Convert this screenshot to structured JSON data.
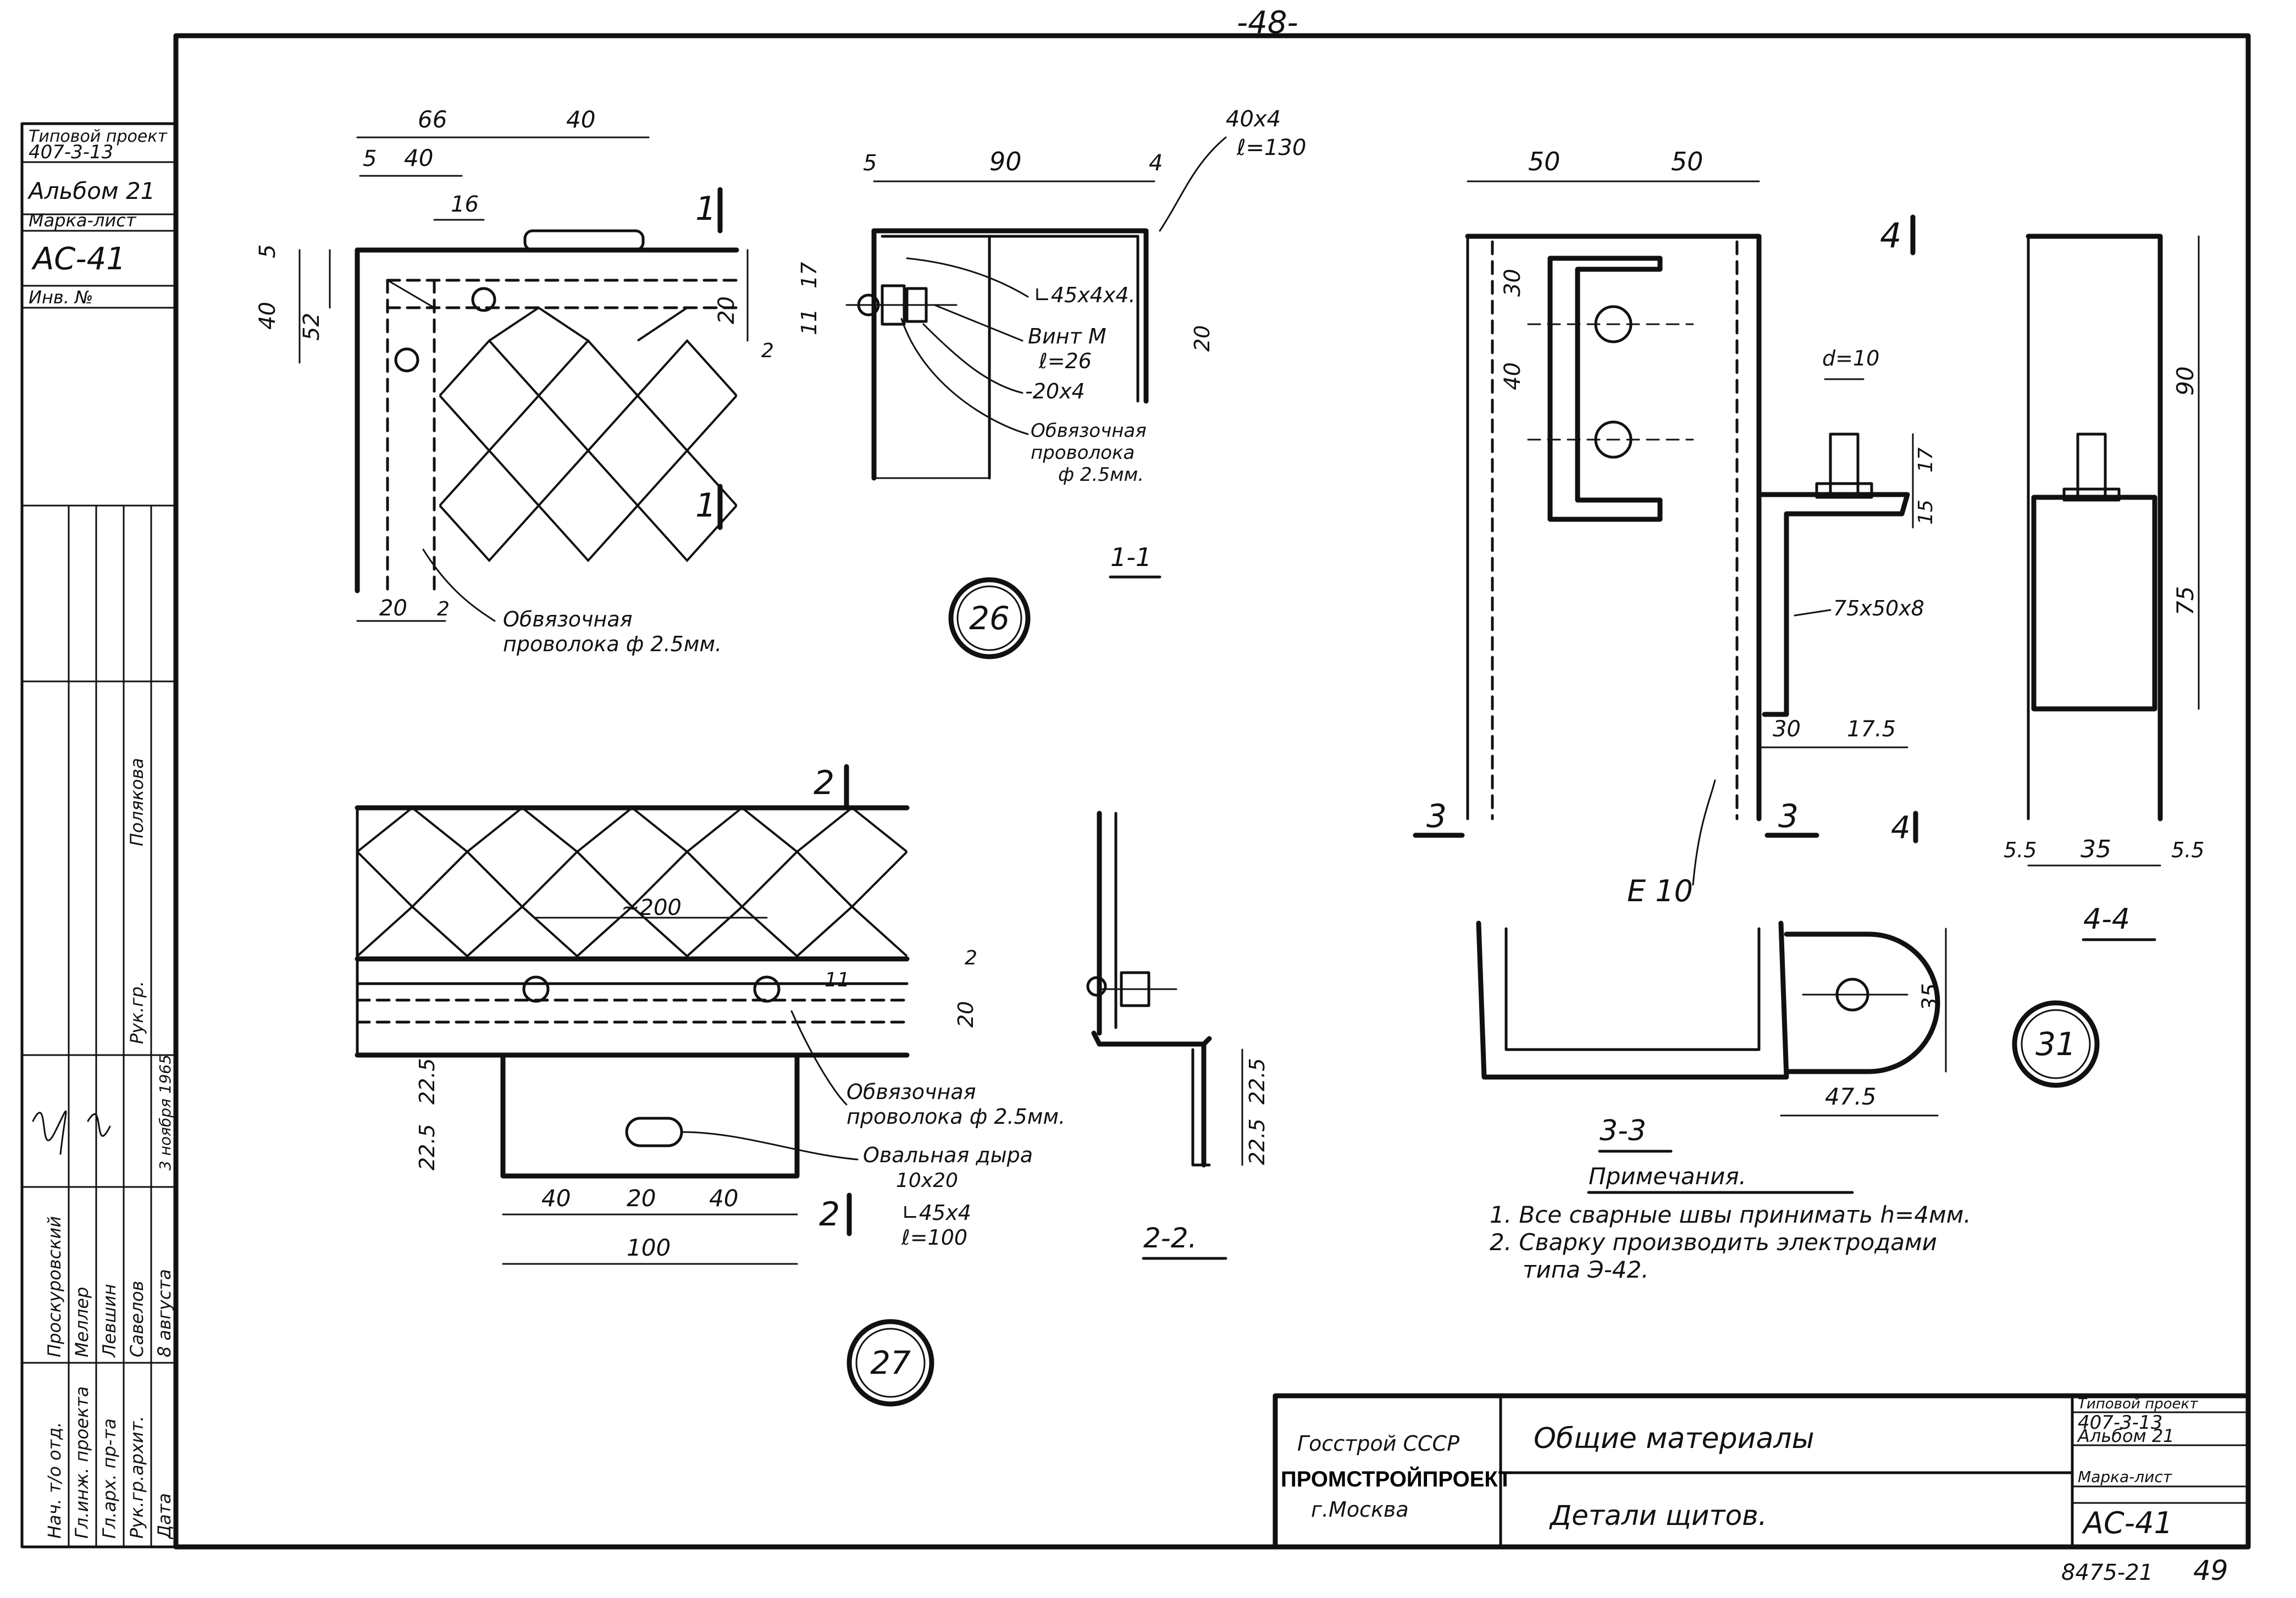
{
  "page_number": "-48-",
  "left_stamp": {
    "header": "Типовой проект",
    "project": "407-3-13",
    "album": "Альбом 21",
    "mark_label": "Марка-лист",
    "mark": "АС-41",
    "inv_label": "Инв. №",
    "signers": [
      {
        "role": "Нач. т/о отд.",
        "name": "Проскуровский"
      },
      {
        "role": "Гл.инж. проекта",
        "name": "Меллер"
      },
      {
        "role": "Гл.арх. пр-та",
        "name": "Левшин"
      },
      {
        "role": "Рук.гр.архит.",
        "name": "Савелов"
      },
      {
        "role": "Дата",
        "name": "8 августа",
        "extra": "3 ноября 1965"
      }
    ],
    "group_head": "Рук.гр.",
    "group_name": "Полякова"
  },
  "detail_26": {
    "label": "26",
    "dims": [
      "66",
      "40",
      "5",
      "40",
      "16",
      "5",
      "40",
      "52",
      "20",
      "2",
      "20",
      "2"
    ],
    "section_marks": [
      "1",
      "1"
    ],
    "note": [
      "Обвязочная",
      "проволока  ф 2.5мм."
    ]
  },
  "section_1_1": {
    "title": "1-1",
    "dims": [
      "5",
      "90",
      "4",
      "17",
      "11",
      "20"
    ],
    "callouts": [
      "40х4",
      "ℓ=130",
      "∟45х4х4.",
      "Винт М",
      "ℓ=26",
      "-20х4",
      "Обвязочная",
      "проволока",
      "ф 2.5мм."
    ]
  },
  "detail_27": {
    "label": "27",
    "section_marks": [
      "2",
      "2"
    ],
    "dims": [
      "~200",
      "2",
      "20",
      "11",
      "22.5",
      "22.5",
      "40",
      "20",
      "40",
      "100"
    ],
    "notes": [
      "Обвязочная",
      "проволока ф 2.5мм.",
      "Овальная дыра",
      "10х20",
      "∟45х4",
      "ℓ=100"
    ]
  },
  "section_2_2": {
    "title": "2-2.",
    "dims": [
      "22.5",
      "22.5"
    ]
  },
  "detail_31": {
    "label": "31",
    "dims": [
      "50",
      "50",
      "30",
      "40",
      "d=10",
      "17",
      "15",
      "75х50х8",
      "30",
      "17.5",
      "35",
      "47.5"
    ],
    "section_marks": [
      "4",
      "4",
      "3",
      "3"
    ],
    "callout": "Е 10"
  },
  "section_4_4": {
    "title": "4-4",
    "dims": [
      "90",
      "75",
      "5.5",
      "35",
      "5.5"
    ]
  },
  "section_3_3": {
    "title": "3-3"
  },
  "notes": {
    "title": "Примечания.",
    "items": [
      "1. Все сварные швы принимать h=4мм.",
      "2. Сварку производить электродами",
      "типа Э-42."
    ]
  },
  "title_block": {
    "org_line1": "Госстрой СССР",
    "org_line2": "ПРОМСТРОЙПРОЕКТ",
    "org_line3": "г.Москва",
    "title": "Общие материалы",
    "subtitle": "Детали щитов.",
    "stamp_header": "Типовой проект",
    "project": "407-3-13",
    "album": "Альбом 21",
    "mark_label": "Марка-лист",
    "mark": "АС-41"
  },
  "sheet_footer": "8475-21",
  "sheet_no": "49"
}
